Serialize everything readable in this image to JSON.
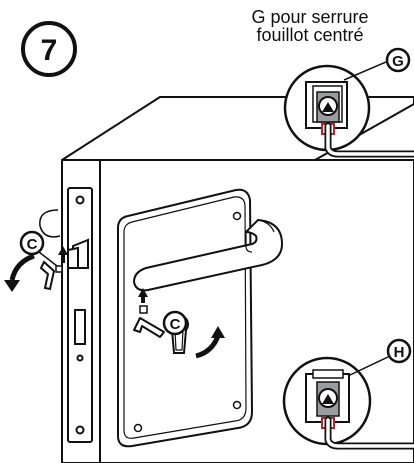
{
  "step_number": "7",
  "heading": {
    "line1": "G pour serrure",
    "line2": "fouillot centré"
  },
  "callouts": {
    "c_upper": "C",
    "c_lower": "C",
    "g": "G",
    "h": "H"
  },
  "colors": {
    "ink": "#111111",
    "accent_red": "#c0202a",
    "cylinder_grey": "#9a9ea1"
  }
}
